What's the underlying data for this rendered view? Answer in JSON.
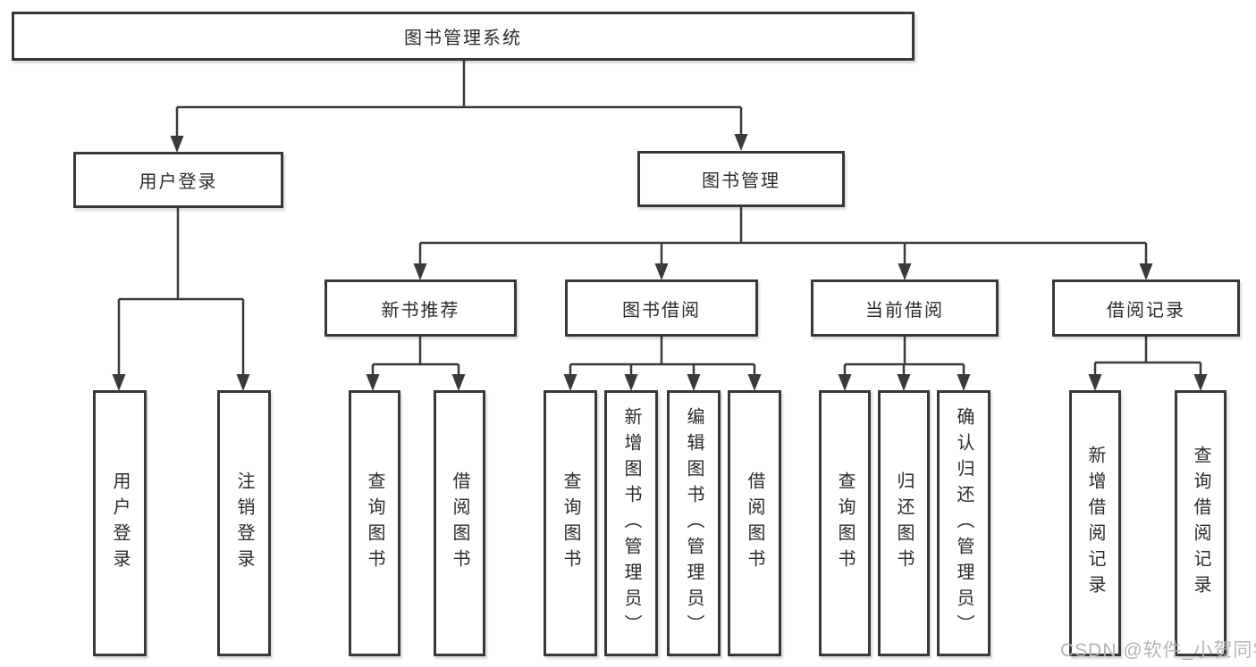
{
  "colors": {
    "background": "#ffffff",
    "box_border": "#383838",
    "box_fill": "#ffffff",
    "line": "#3a3a3a",
    "text": "#2b2b2b",
    "watermark": "#b4b4b4"
  },
  "tree": {
    "label": "图书管理系统",
    "children": [
      {
        "label": "用户登录",
        "children": [
          {
            "label": "用户登录"
          },
          {
            "label": "注销登录"
          }
        ]
      },
      {
        "label": "图书管理",
        "children": [
          {
            "label": "新书推荐",
            "children": [
              {
                "label": "查询图书"
              },
              {
                "label": "借阅图书"
              }
            ]
          },
          {
            "label": "图书借阅",
            "children": [
              {
                "label": "查询图书"
              },
              {
                "label": "新增图书（管理员）"
              },
              {
                "label": "编辑图书（管理员）"
              },
              {
                "label": "借阅图书"
              }
            ]
          },
          {
            "label": "当前借阅",
            "children": [
              {
                "label": "查询图书"
              },
              {
                "label": "归还图书"
              },
              {
                "label": "确认归还（管理员）"
              }
            ]
          },
          {
            "label": "借阅记录",
            "children": [
              {
                "label": "新增借阅记录"
              },
              {
                "label": "查询借阅记录"
              }
            ]
          }
        ]
      }
    ]
  },
  "watermark": {
    "text": "CSDN @软件_小贺同学"
  }
}
